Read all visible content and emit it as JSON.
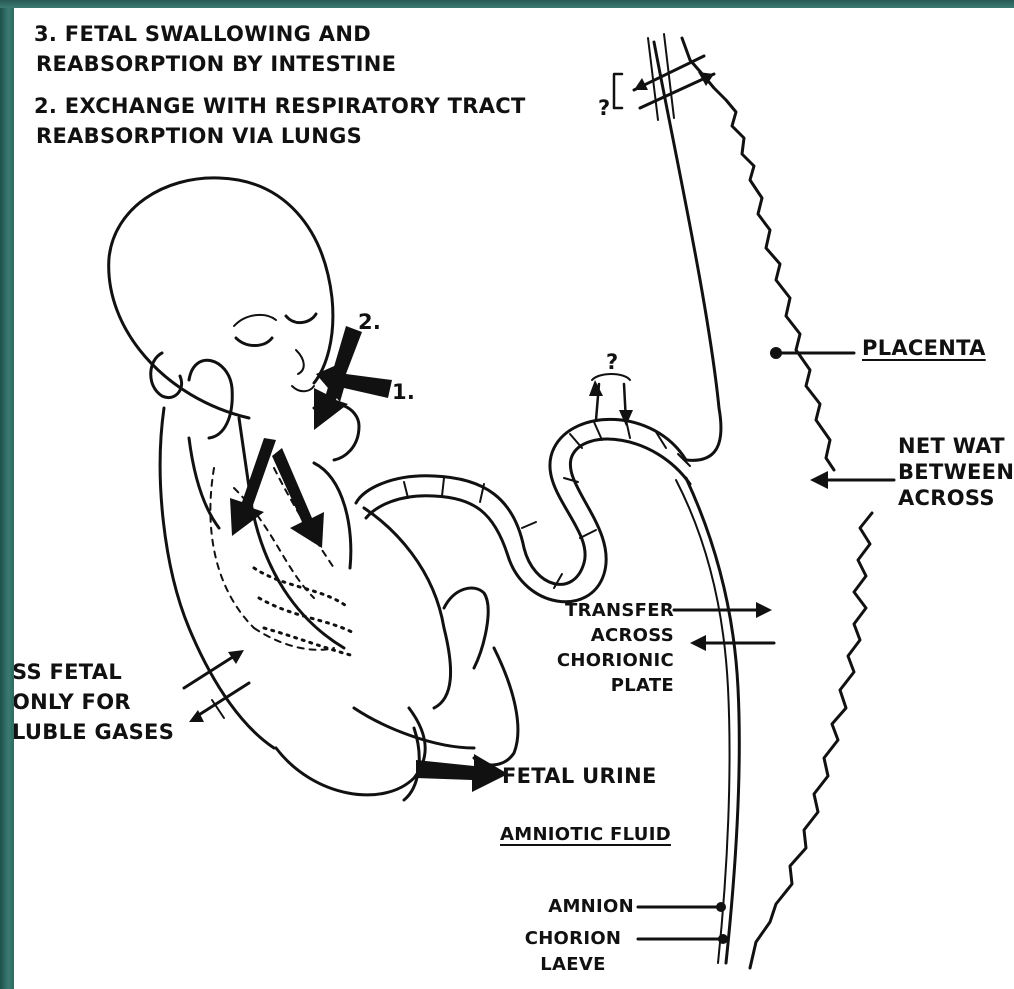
{
  "labels": {
    "swallowing": {
      "line1": "3. FETAL SWALLOWING AND",
      "line2": "REABSORPTION BY INTESTINE"
    },
    "respiratory": {
      "line1": "2. EXCHANGE WITH RESPIRATORY TRACT",
      "line2": "REABSORPTION VIA LUNGS"
    },
    "question_top": "?",
    "question_cord": "?",
    "marker_2": "2.",
    "marker_1": "1.",
    "placenta": "PLACENTA",
    "net_water": {
      "line1": "NET WAT",
      "line2": "BETWEEN",
      "line3": "ACROSS"
    },
    "transfer": {
      "line1": "TRANSFER",
      "line2": "ACROSS",
      "line3": "CHORIONIC",
      "line4": "PLATE"
    },
    "skin": {
      "line1": "SS FETAL",
      "line2": "ONLY FOR",
      "line3": "LUBLE GASES"
    },
    "fetal_urine": "FETAL URINE",
    "amniotic_fluid": "AMNIOTIC FLUID",
    "amnion": "AMNION",
    "chorion": {
      "line1": "CHORION",
      "line2": "LAEVE"
    }
  },
  "colors": {
    "frame": "#2e6460",
    "paper": "#ffffff",
    "ink": "#111111"
  }
}
